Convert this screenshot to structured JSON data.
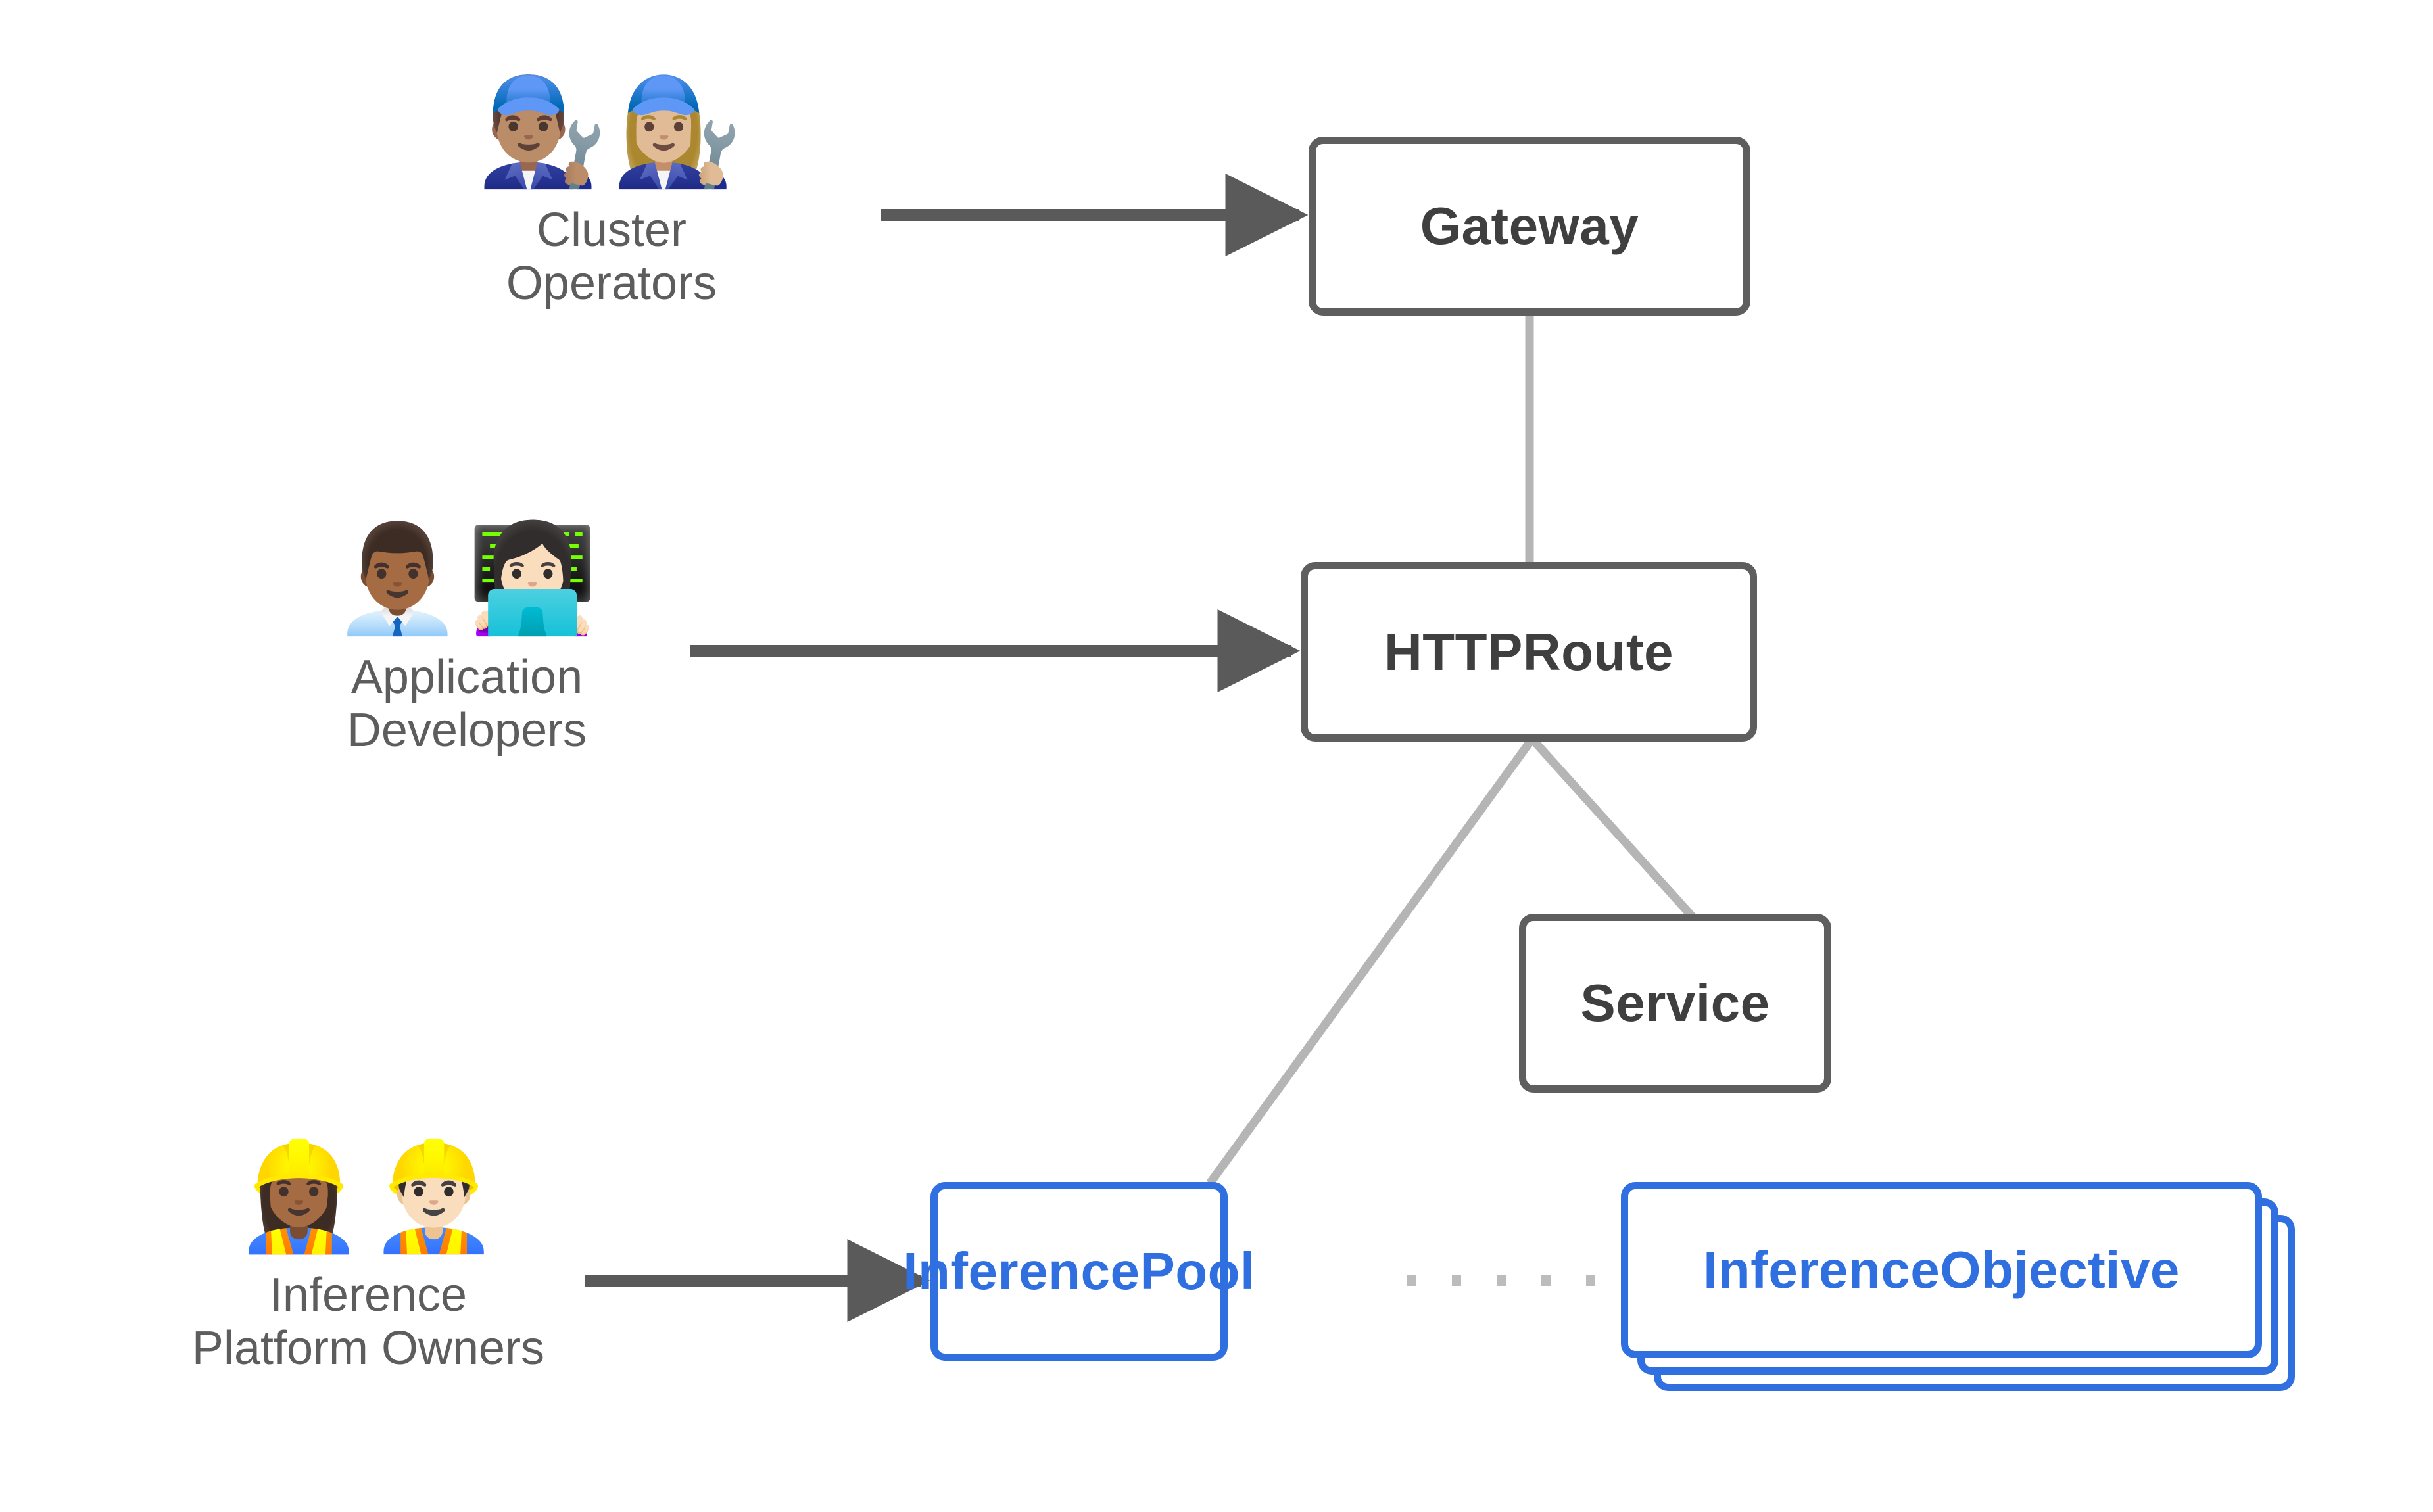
{
  "diagram": {
    "title": "Gateway API Inference Extension personas and resources",
    "background": "#ffffff",
    "colors": {
      "node_border": "#5e5e5e",
      "node_text": "#3f3f3f",
      "accent": "#2f6fe0",
      "arrow": "#5a5a5a",
      "connector": "#b5b5b5",
      "dotted": "#bcbcbc",
      "persona_text": "#5d5d5d"
    }
  },
  "personas": [
    {
      "id": "cluster-operators",
      "label": "Cluster\nOperators",
      "emoji": "👨🏽‍🔧👩🏼‍🔧",
      "emoji_names": [
        "man-mechanic-emoji",
        "woman-mechanic-emoji"
      ],
      "targets": "gateway"
    },
    {
      "id": "application-developers",
      "label": "Application\nDevelopers",
      "emoji": "👨🏾‍💼👩🏻‍💻",
      "emoji_names": [
        "man-office-worker-emoji",
        "woman-technologist-emoji"
      ],
      "targets": "httproute"
    },
    {
      "id": "inference-platform-owners",
      "label": "Inference\nPlatform Owners",
      "emoji": "👷🏾‍♀️👷🏻‍♂️",
      "emoji_names": [
        "woman-construction-worker-emoji",
        "man-construction-worker-emoji"
      ],
      "targets": "inferencepool"
    }
  ],
  "nodes": [
    {
      "id": "gateway",
      "label": "Gateway",
      "style": "default"
    },
    {
      "id": "httproute",
      "label": "HTTPRoute",
      "style": "default"
    },
    {
      "id": "service",
      "label": "Service",
      "style": "default"
    },
    {
      "id": "inferencepool",
      "label": "InferencePool",
      "style": "accent"
    },
    {
      "id": "inferenceobjective",
      "label": "InferenceObjective",
      "style": "accent-stack",
      "stack_count": 3
    }
  ],
  "edges": [
    {
      "id": "operators-to-gateway",
      "from": "cluster-operators",
      "to": "gateway",
      "kind": "arrow"
    },
    {
      "id": "developers-to-httproute",
      "from": "application-developers",
      "to": "httproute",
      "kind": "arrow"
    },
    {
      "id": "owners-to-inferencepool",
      "from": "inference-platform-owners",
      "to": "inferencepool",
      "kind": "arrow"
    },
    {
      "id": "gateway-to-httproute",
      "from": "gateway",
      "to": "httproute",
      "kind": "line"
    },
    {
      "id": "httproute-to-inferencepool",
      "from": "httproute",
      "to": "inferencepool",
      "kind": "line"
    },
    {
      "id": "httproute-to-service",
      "from": "httproute",
      "to": "service",
      "kind": "line"
    },
    {
      "id": "inferencepool-to-objective",
      "from": "inferencepool",
      "to": "inferenceobjective",
      "kind": "dotted"
    }
  ]
}
